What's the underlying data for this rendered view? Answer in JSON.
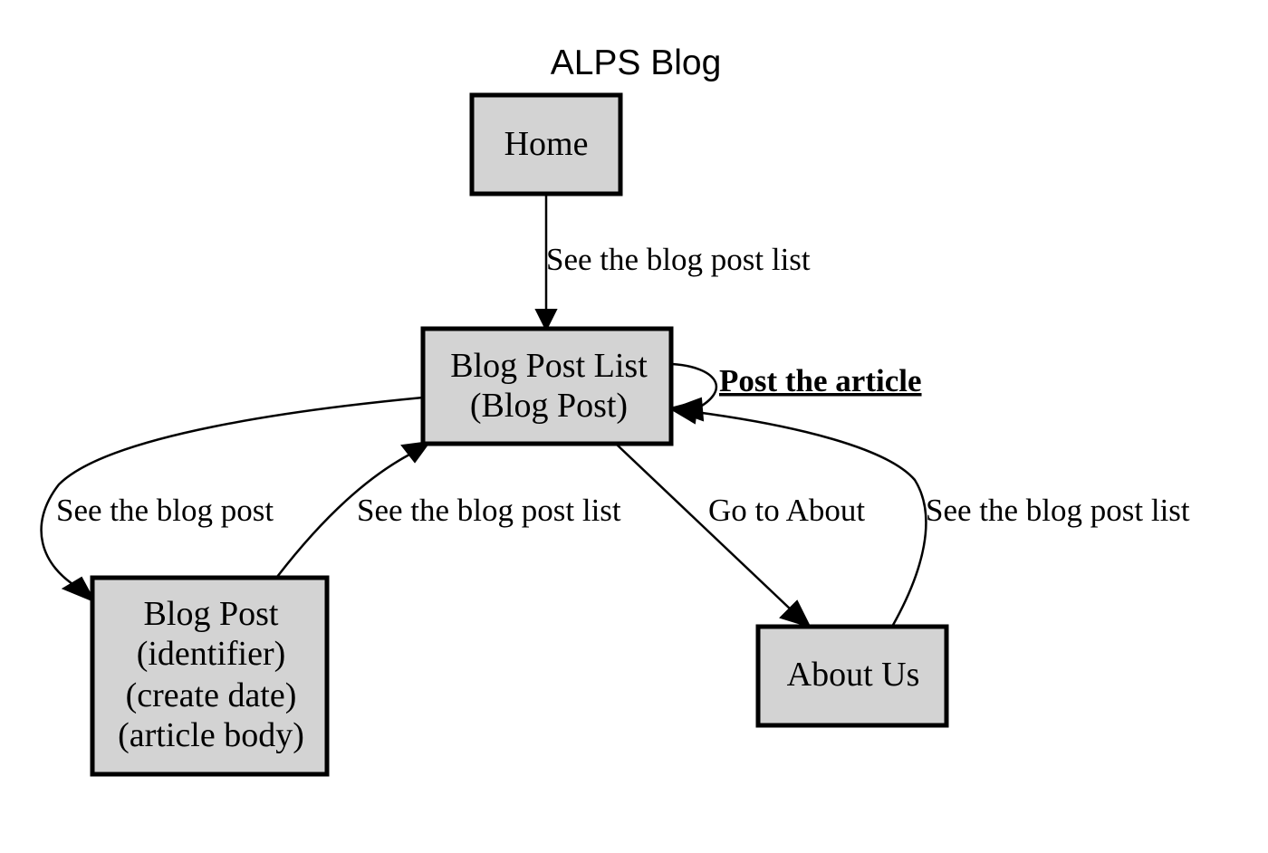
{
  "title": "ALPS Blog",
  "nodes": {
    "home": {
      "lines": [
        "Home"
      ]
    },
    "blog_post_list": {
      "lines": [
        "Blog Post List",
        "(Blog Post)"
      ]
    },
    "blog_post": {
      "lines": [
        "Blog Post",
        "(identifier)",
        "(create date)",
        "(article body)"
      ]
    },
    "about_us": {
      "lines": [
        "About Us"
      ]
    }
  },
  "edges": {
    "home_to_list": {
      "label": "See the blog post list"
    },
    "list_self": {
      "label": "Post the article"
    },
    "list_to_post": {
      "label": "See the blog post"
    },
    "post_to_list": {
      "label": "See the blog post list"
    },
    "list_to_about": {
      "label": "Go to About"
    },
    "about_to_list": {
      "label": "See the blog post list"
    }
  },
  "colors": {
    "node_fill": "#d3d3d3",
    "stroke": "#000000",
    "background": "#ffffff"
  }
}
